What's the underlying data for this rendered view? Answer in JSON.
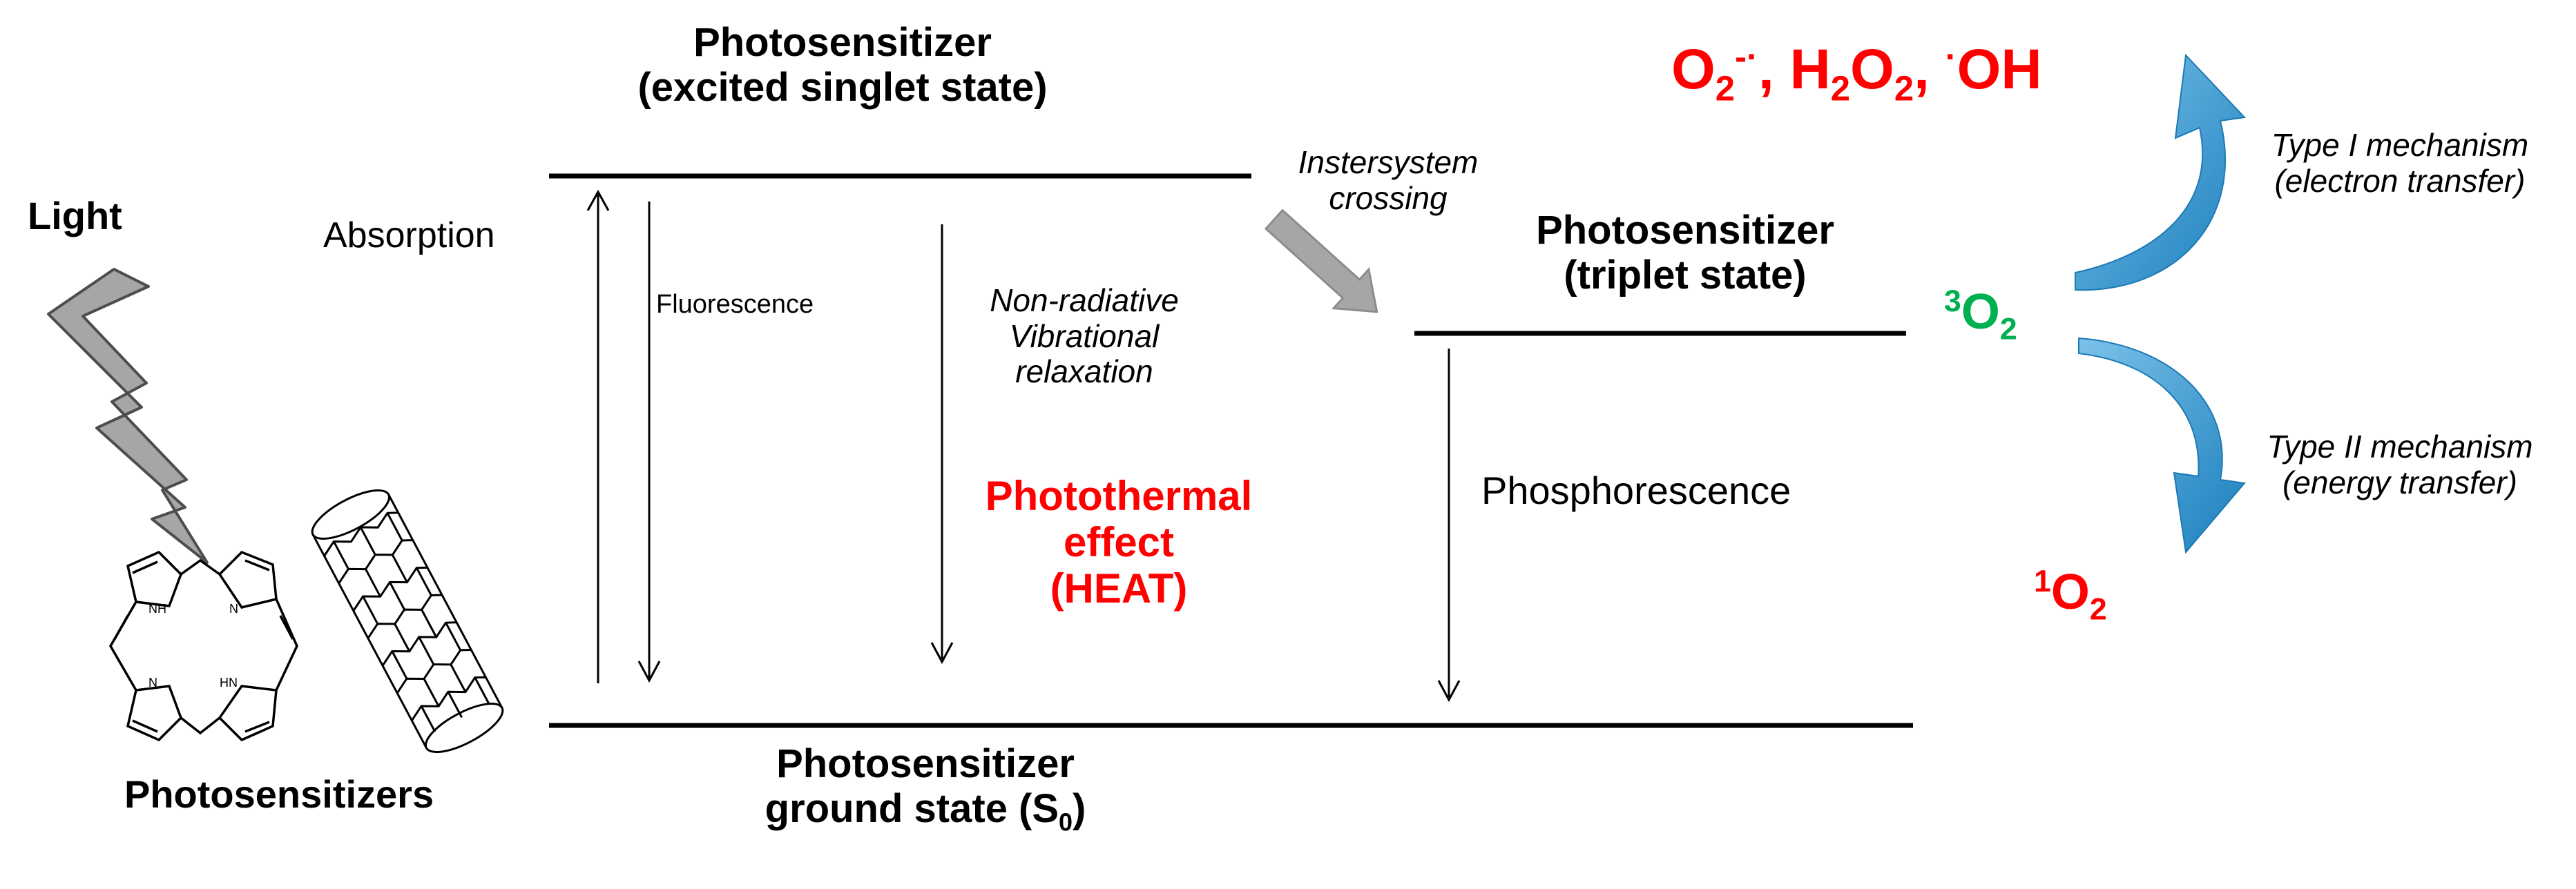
{
  "labels": {
    "light": "Light",
    "absorption": "Absorption",
    "fluorescence": "Fluorescence",
    "nonradiative": [
      "Non-radiative",
      "Vibrational",
      "relaxation"
    ],
    "photothermal": [
      "Photothermal",
      "effect",
      "(HEAT)"
    ],
    "isc": [
      "Instersystem",
      "crossing"
    ],
    "phosphorescence": "Phosphorescence",
    "photosensitizers": "Photosensitizers"
  },
  "states": {
    "singlet": [
      "Photosensitizer",
      "(excited singlet state)"
    ],
    "triplet": [
      "Photosensitizer",
      "(triplet state)"
    ],
    "ground_line1": "Photosensitizer",
    "ground_line2": "ground state (S",
    "ground_sub": "0",
    "ground_end": ")"
  },
  "species": {
    "ros": {
      "o": "O",
      "o_sub": "2",
      "o_sup": "-·",
      "sep1": ", ",
      "h": "H",
      "h_sub": "2",
      "o2": "O",
      "o2_sub": "2",
      "sep2": ", ",
      "oh_dot": "·",
      "oh": "OH"
    },
    "triplet_oxygen": {
      "sup": "3",
      "o": "O",
      "sub": "2"
    },
    "singlet_oxygen": {
      "sup": "1",
      "o": "O",
      "sub": "2"
    }
  },
  "mechanisms": {
    "type1": [
      "Type I mechanism",
      "(electron transfer)"
    ],
    "type2": [
      "Type II mechanism",
      "(energy transfer)"
    ]
  },
  "colors": {
    "ros": "#ff0000",
    "photothermal": "#ff0000",
    "triplet_oxygen": "#00b050",
    "singlet_oxygen": "#ff0000",
    "mechanism_arrow": "#1e8bc3",
    "lightning_bolt": "#a6a6a6",
    "isc_arrow": "#a6a6a6"
  }
}
